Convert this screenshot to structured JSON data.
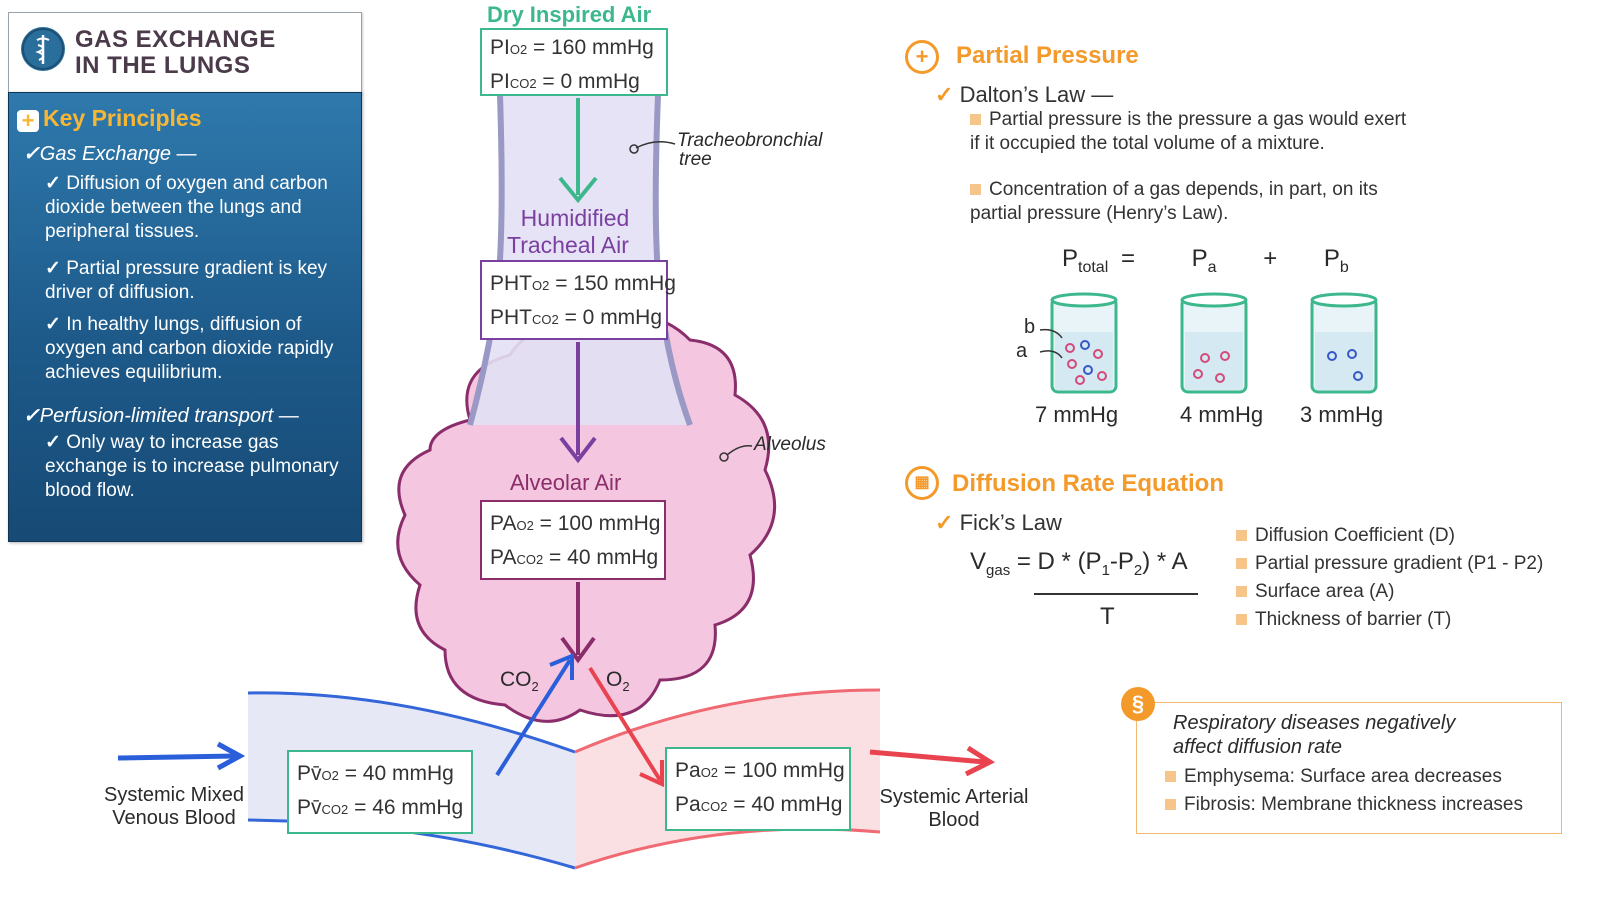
{
  "title": {
    "line1": "GAS EXCHANGE",
    "line2": "IN THE LUNGS"
  },
  "key_principles": {
    "heading": "Key Principles",
    "gas_exchange": {
      "label": "Gas Exchange —",
      "items": [
        "Diffusion of oxygen and carbon dioxide between the lungs and peripheral tissues.",
        "Partial pressure gradient is key driver of diffusion.",
        "In healthy lungs, diffusion of oxygen and carbon dioxide rapidly achieves equilibrium."
      ]
    },
    "perfusion": {
      "label": "Perfusion-limited transport —",
      "items": [
        "Only way to increase gas exchange is to increase pulmonary blood flow."
      ]
    }
  },
  "diagram": {
    "dry_air": {
      "title": "Dry Inspired Air",
      "o2_label": "PI",
      "o2_value": "= 160 mmHg",
      "co2_label": "PI",
      "co2_value": "= 0 mmHg"
    },
    "tracheal_air": {
      "title1": "Humidified",
      "title2": "Tracheal Air",
      "o2_label": "PHT",
      "o2_value": "= 150 mmHg",
      "co2_label": "PHT",
      "co2_value": "= 0 mmHg"
    },
    "alveolar_air": {
      "title": "Alveolar Air",
      "o2_label": "PA",
      "o2_value": "= 100 mmHg",
      "co2_label": "PA",
      "co2_value": "= 40 mmHg"
    },
    "venous": {
      "o2_label": "Pv̄",
      "o2_value": "= 40 mmHg",
      "co2_label": "Pv̄",
      "co2_value": "= 46 mmHg",
      "caption1": "Systemic Mixed",
      "caption2": "Venous Blood"
    },
    "arterial": {
      "o2_label": "Pa",
      "o2_value": "= 100 mmHg",
      "co2_label": "Pa",
      "co2_value": "= 40 mmHg",
      "caption1": "Systemic Arterial",
      "caption2": "Blood"
    },
    "tree_label1": "Tracheobronchial",
    "tree_label2": "tree",
    "alveolus_label": "Alveolus",
    "co2": "CO",
    "o2": "O",
    "sub_o2": "O2",
    "sub_co2": "CO2",
    "sub2": "2",
    "colors": {
      "green": "#3db88c",
      "purple": "#7b3fa0",
      "plum": "#8a2d6a",
      "pink": "#f4c6df",
      "blue": "#2b5fd9",
      "red": "#e8434f"
    }
  },
  "partial_pressure": {
    "heading": "Partial Pressure",
    "law": "Dalton’s Law —",
    "bullets": [
      "Partial pressure is the pressure a gas would exert if it occupied the total volume of a mixture.",
      "Concentration of a gas depends, in part, on its partial pressure (Henry’s Law)."
    ],
    "equation": {
      "p": "P",
      "total": "total",
      "eq": "=",
      "a": "a",
      "plus": "+",
      "b": "b"
    },
    "beakers": [
      {
        "value": "7 mmHg",
        "label_b": "b",
        "label_a": "a"
      },
      {
        "value": "4 mmHg"
      },
      {
        "value": "3 mmHg"
      }
    ]
  },
  "diffusion": {
    "heading": "Diffusion Rate Equation",
    "law": "Fick’s Law",
    "lhs_v": "V",
    "lhs_sub": "gas",
    "numerator": "= D * (P",
    "num_sub1": "1",
    "num_mid": "-P",
    "num_sub2": "2",
    "num_end": ") * A",
    "denominator": "T",
    "bullets": [
      "Diffusion Coefficient (D)",
      "Partial pressure gradient (P1 - P2)",
      "Surface area (A)",
      "Thickness of barrier (T)"
    ]
  },
  "note": {
    "title1": "Respiratory diseases negatively",
    "title2": "affect diffusion rate",
    "items": [
      "Emphysema: Surface area decreases",
      "Fibrosis: Membrane thickness increases"
    ]
  }
}
